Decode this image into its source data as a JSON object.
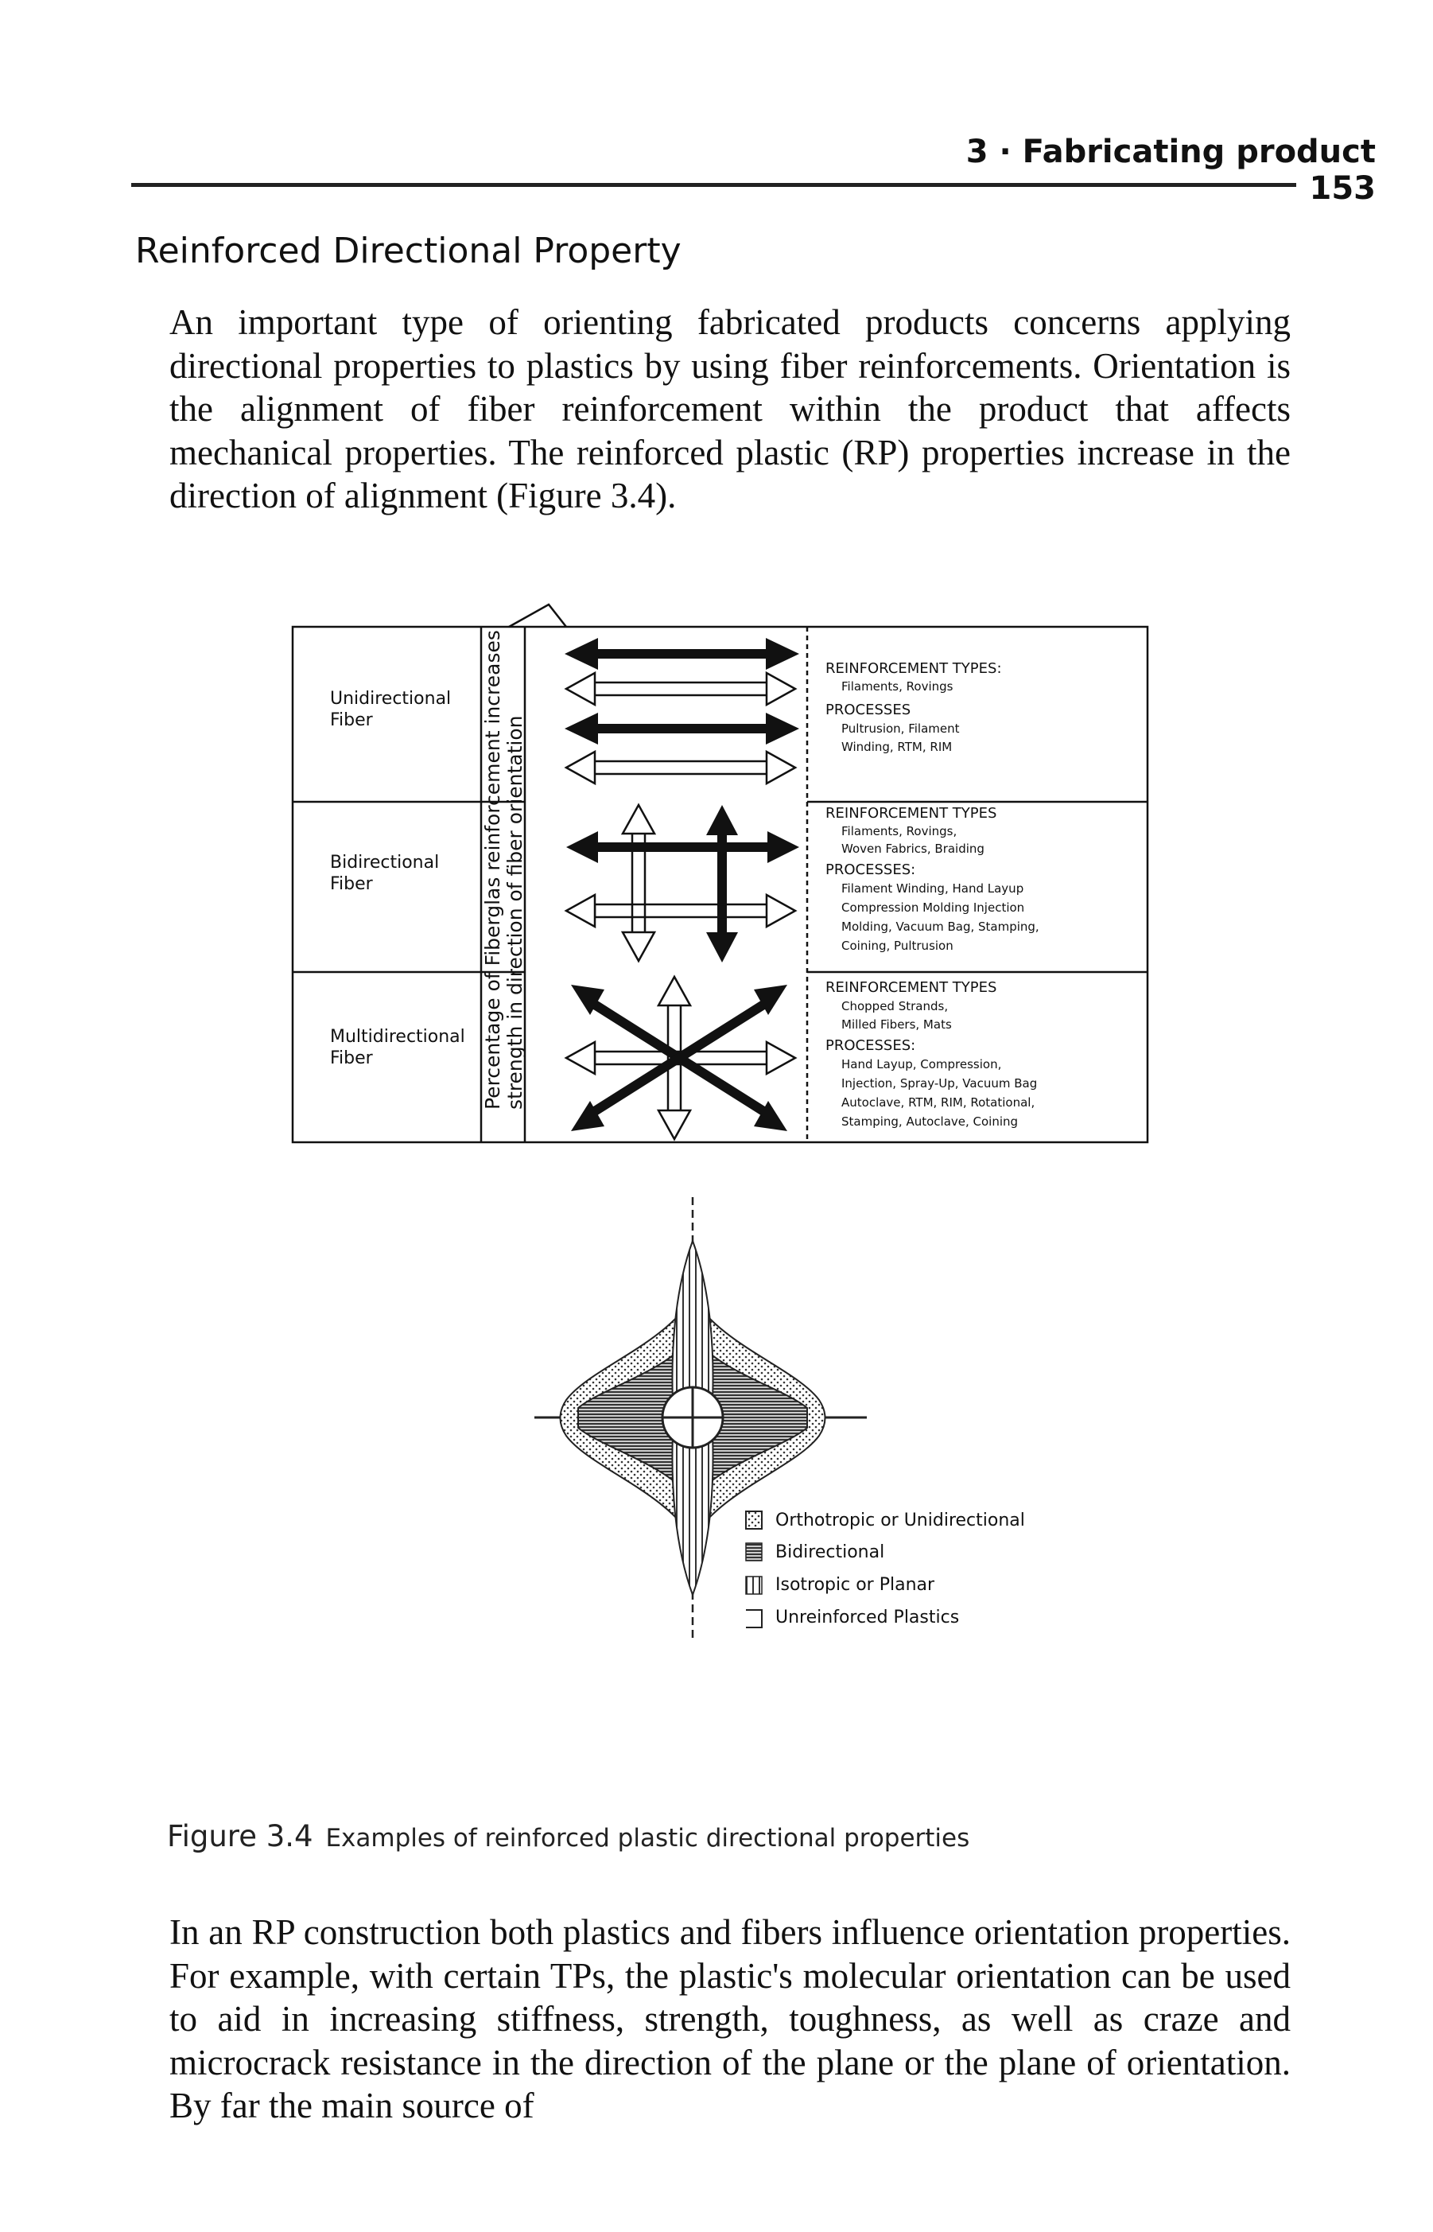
{
  "header": {
    "running_head": "3 · Fabricating product",
    "page_number": "153"
  },
  "section": {
    "heading": "Reinforced Directional Property"
  },
  "paragraphs": {
    "p1": "An important type of orienting fabricated products concerns applying directional properties to plastics by using fiber reinforcements. Orientation is the alignment of fiber reinforcement within the product that affects mechanical properties. The reinforced plastic (RP) properties increase in the direction of alignment (Figure 3.4).",
    "p2": "In an RP construction both plastics and fibers influence orientation properties. For example, with certain TPs, the plastic's molecular orientation can be used to aid in increasing stiffness, strength, toughness, as well as craze and microcrack resistance in the direction of the plane or the plane of orientation. By far the main source of"
  },
  "figure": {
    "vertical_label_1": "Percentage of Fiberglas reinforcement increases",
    "vertical_label_2": "strength in direction of fiber orientation",
    "rows": [
      {
        "fiber_label": [
          "Unidirectional",
          "Fiber"
        ],
        "text": [
          "REINFORCEMENT TYPES:",
          "Filaments, Rovings",
          "PROCESSES",
          "Pultrusion, Filament",
          "Winding, RTM, RIM"
        ]
      },
      {
        "fiber_label": [
          "Bidirectional",
          "Fiber"
        ],
        "text": [
          "REINFORCEMENT TYPES",
          "Filaments, Rovings,",
          "Woven Fabrics, Braiding",
          "PROCESSES:",
          "Filament Winding, Hand Layup",
          "Compression Molding Injection",
          "Molding, Vacuum Bag, Stamping,",
          "Coining, Pultrusion"
        ]
      },
      {
        "fiber_label": [
          "Multidirectional",
          "Fiber"
        ],
        "text": [
          "REINFORCEMENT TYPES",
          "Chopped Strands,",
          "Milled Fibers, Mats",
          "PROCESSES:",
          "Hand Layup, Compression,",
          "Injection, Spray-Up, Vacuum Bag",
          "Autoclave, RTM, RIM, Rotational,",
          "Stamping, Autoclave, Coining"
        ]
      }
    ],
    "legend": [
      "Orthotropic or Unidirectional",
      "Bidirectional",
      "Isotropic or Planar",
      "Unreinforced Plastics"
    ]
  },
  "caption": {
    "label": "Figure 3.4",
    "text": "Examples of reinforced plastic directional properties"
  }
}
